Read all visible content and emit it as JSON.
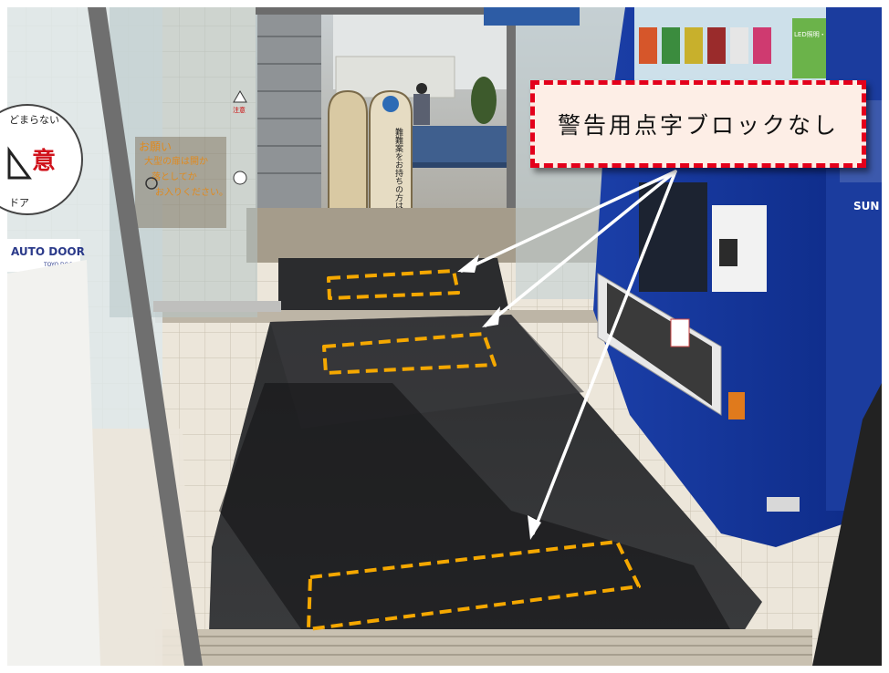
{
  "callout": {
    "text": "警告用点字ブロックなし",
    "border_color": "#e4001b",
    "background_color": "#fdeee6"
  },
  "markers": {
    "count": 3,
    "color": "#f5a800",
    "style": "dashed"
  },
  "arrows": {
    "count": 3,
    "color": "#ffffff"
  },
  "scene": {
    "signs": {
      "door_sticker_top": "どまらない",
      "door_sticker_big": "意",
      "door_sticker_bottom": "ドア",
      "door_logo": "AUTO DOOR",
      "door_logo_sub": "TOYO DOOR",
      "notice_heading": "お願い",
      "notice_line1": "大型の扉は開か",
      "notice_line2": "落としてか",
      "notice_line3": "お入りください。",
      "notice_label": "注意",
      "sign_right_text": "難難案をお持ちの方は総合受付にお寄りください",
      "vending_brand": "SUN",
      "vending_led": "LED照明・ヒートポンプ"
    }
  }
}
